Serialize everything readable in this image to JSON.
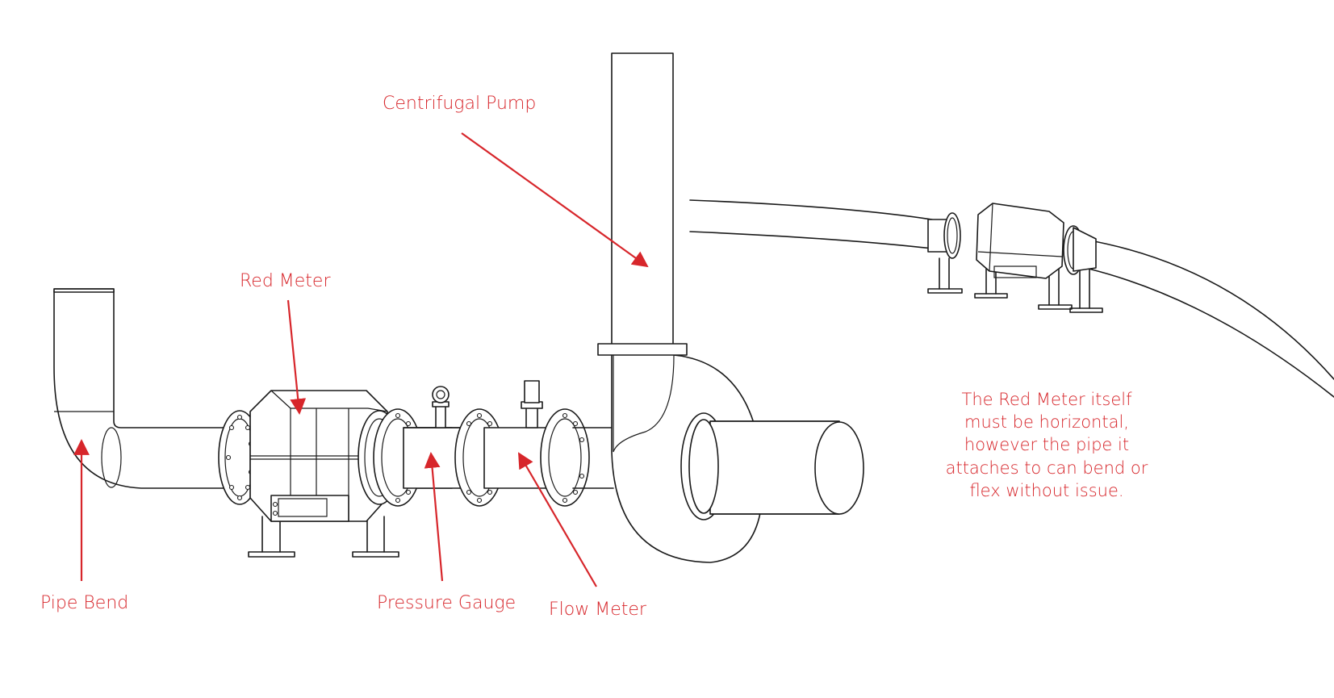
{
  "colors": {
    "annotation": "#d7262b",
    "line": "#1a1a1a",
    "background": "#ffffff"
  },
  "labels": {
    "centrifugal_pump": "Centrifugal Pump",
    "red_meter": "Red Meter",
    "pipe_bend": "Pipe Bend",
    "pressure_gauge": "Pressure Gauge",
    "flow_meter": "Flow Meter"
  },
  "note": {
    "lines": [
      "The Red Meter itself",
      "must be horizontal,",
      "however the pipe it",
      "attaches to can bend or",
      "flex without issue."
    ]
  }
}
